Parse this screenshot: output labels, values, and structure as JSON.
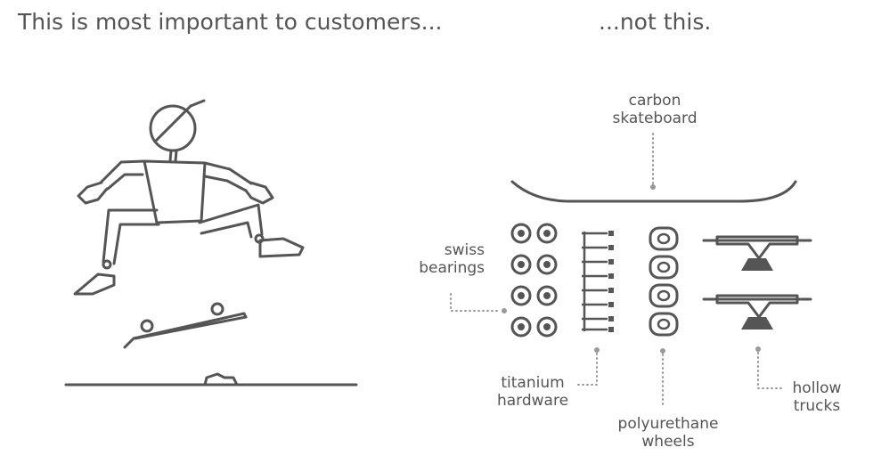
{
  "headings": {
    "left": "This is most important to customers...",
    "right": "...not this."
  },
  "labels": {
    "board": [
      "carbon",
      "skateboard"
    ],
    "bearings": [
      "swiss",
      "bearings"
    ],
    "hardware": [
      "titanium",
      "hardware"
    ],
    "wheels": [
      "polyurethane",
      "wheels"
    ],
    "trucks": [
      "hollow",
      "trucks"
    ]
  },
  "colors": {
    "line": "#555555",
    "leader": "#999999"
  }
}
